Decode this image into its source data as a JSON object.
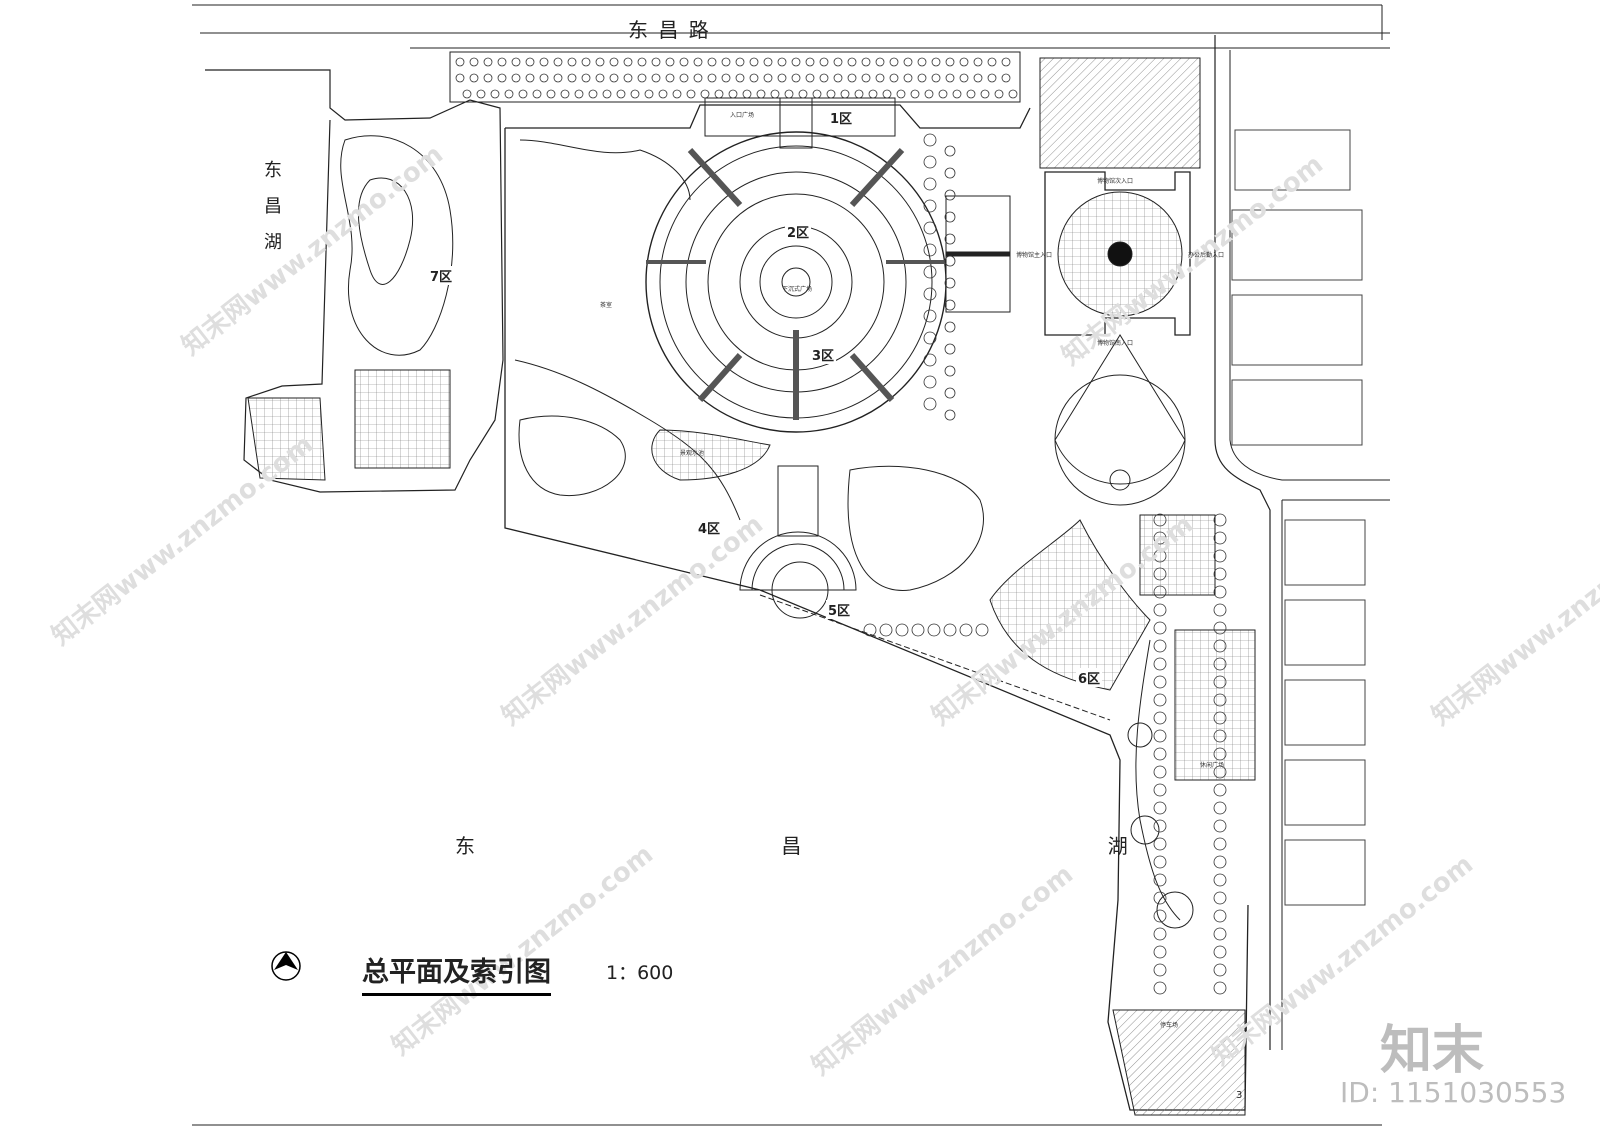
{
  "plan": {
    "road_name": "东 昌 路",
    "lake_west": "东昌湖",
    "lake_south": "东 昌 湖",
    "title": "总平面及索引图",
    "scale": "1：600",
    "sheet_number": "3",
    "zones": [
      "1区",
      "2区",
      "3区",
      "4区",
      "5区",
      "6区",
      "7区"
    ],
    "small_labels": {
      "museum_north": "博物馆次入口",
      "museum_main": "博物馆主入口",
      "office_entry": "办公后勤入口",
      "museum_south": "博物馆南入口",
      "entrance_plaza": "入口广场",
      "central_plaza": "下沉式广场",
      "landscape_pond": "景观水池",
      "tea_house": "茶室",
      "leisure_square": "休闲广场",
      "parking": "停车场"
    }
  },
  "branding": {
    "watermark_text": "知末网www.znzmo.com",
    "logo": "知末",
    "id_text": "ID: 1151030553"
  },
  "icons": [
    "north-arrow-icon"
  ]
}
